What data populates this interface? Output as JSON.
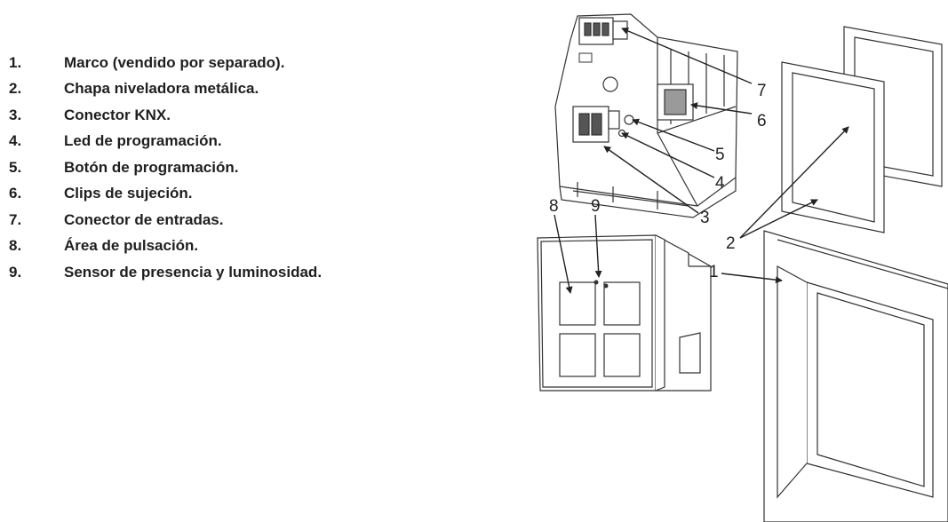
{
  "legend": {
    "items": [
      {
        "number": "1.",
        "label": "Marco (vendido por separado)."
      },
      {
        "number": "2.",
        "label": "Chapa niveladora metálica."
      },
      {
        "number": "3.",
        "label": "Conector KNX."
      },
      {
        "number": "4.",
        "label": "Led de programación."
      },
      {
        "number": "5.",
        "label": "Botón de programación."
      },
      {
        "number": "6.",
        "label": "Clips de sujeción."
      },
      {
        "number": "7.",
        "label": "Conector de entradas."
      },
      {
        "number": "8.",
        "label": "Área de pulsación."
      },
      {
        "number": "9.",
        "label": "Sensor de presencia y luminosidad."
      }
    ]
  },
  "diagram": {
    "callouts": [
      "1",
      "2",
      "3",
      "4",
      "5",
      "6",
      "7",
      "8",
      "9"
    ]
  }
}
